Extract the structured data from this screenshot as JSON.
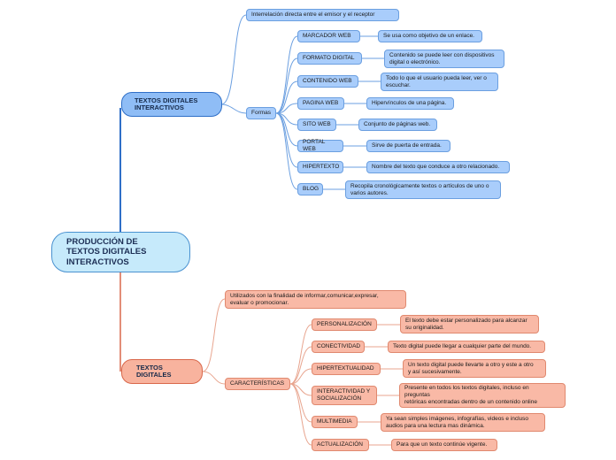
{
  "root": {
    "label": "PRODUCCIÓN DE\nTEXTOS DIGITALES\nINTERACTIVOS"
  },
  "interactivos": {
    "label": "TEXTOS DIGITALES\nINTERACTIVOS",
    "intro": "Interrelación directa entre el emisor y el receptor",
    "formas": "Formas",
    "items": [
      {
        "label": "MARCADOR WEB",
        "desc": "Se usa como objetivo de un enlace."
      },
      {
        "label": "FORMATO DIGITAL",
        "desc": "Contenido se puede leer con dispositivos\ndigital o electrónico."
      },
      {
        "label": "CONTENIDO WEB",
        "desc": "Todo lo que el  usuario pueda leer, ver o\nescuchar."
      },
      {
        "label": "PAGINA WEB",
        "desc": "Hipervínculos de una página."
      },
      {
        "label": "SITO WEB",
        "desc": "Conjunto de páginas web."
      },
      {
        "label": "PORTAL WEB",
        "desc": "Sirve de puerta de entrada."
      },
      {
        "label": "HIPERTEXTO",
        "desc": "Nombre del texto que conduce a otro relacionado."
      },
      {
        "label": "BLOG",
        "desc": "Recopila cronológicamente textos o artículos de uno o\nvarios autores."
      }
    ]
  },
  "digitales": {
    "label": "TEXTOS\nDIGITALES",
    "intro": "Utilizados con la finalidad de informar,comunicar,expresar,\nevaluar o promocionar.",
    "caracteristicas": "CARACTERÍSTICAS",
    "items": [
      {
        "label": "PERSONALIZACIÓN",
        "desc": "El texto debe estar personalizado para alcanzar\nsu originalidad."
      },
      {
        "label": "CONECTIVIDAD",
        "desc": "Texto digital puede llegar a cualquier parte del mundo."
      },
      {
        "label": "HIPERTEXTUALIDAD",
        "desc": "Un texto digital puede llevarte a otro y este a otro\ny así sucesivamente."
      },
      {
        "label": "INTERACTIVIDAD Y\nSOCIALIZACIÓN",
        "desc": "Presente en todos los textos digitales, incluso en\npreguntas\nretóricas encontradas dentro de un contenido online"
      },
      {
        "label": "MULTIMEDIA",
        "desc": "Ya sean simples imágenes, infografías, videos e  incluso\naudios para una lectura mas dinámica."
      },
      {
        "label": "ACTUALIZACIÓN",
        "desc": "Para que un texto continúe vigente."
      }
    ]
  },
  "colors": {
    "blue_line": "#2f6fc7",
    "blue_branch": "#6b9fe0",
    "salmon_line": "#d9674a",
    "salmon_branch": "#e8a58f"
  }
}
